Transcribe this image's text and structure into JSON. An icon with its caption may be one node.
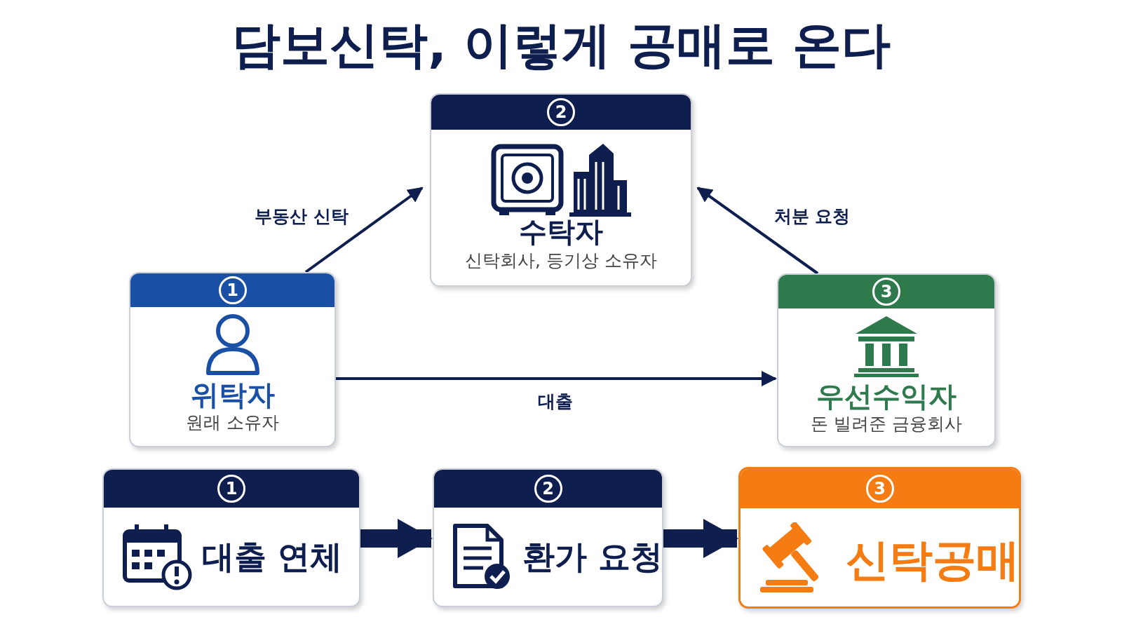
{
  "diagram": {
    "title": "담보신탁, 이렇게 공매로 온다",
    "nodes": [
      {
        "text": [
          "2",
          "수탁자",
          "신탁회사, 등기상 소유자"
        ]
      },
      {
        "text": [
          "1",
          "위탁자",
          "원래 소유자"
        ]
      },
      {
        "text": [
          "3",
          "우선수익자",
          "돈 빌려준 금융회사"
        ]
      },
      {
        "text": [
          "1",
          "대출 연체"
        ]
      },
      {
        "text": [
          "2",
          "환가 요청"
        ]
      },
      {
        "text": [
          "3",
          "신탁공매"
        ]
      }
    ],
    "edges": [
      {
        "from": 1,
        "to": 0,
        "arrow": "to",
        "label": "부동산 신탁"
      },
      {
        "from": 2,
        "to": 0,
        "arrow": "to",
        "label": "처분 요청"
      },
      {
        "from": 1,
        "to": 2,
        "arrow": "to",
        "label": "대출"
      },
      {
        "from": 3,
        "to": 4,
        "arrow": "to",
        "style": "thick"
      },
      {
        "from": 4,
        "to": 5,
        "arrow": "to",
        "style": "thick"
      }
    ]
  }
}
